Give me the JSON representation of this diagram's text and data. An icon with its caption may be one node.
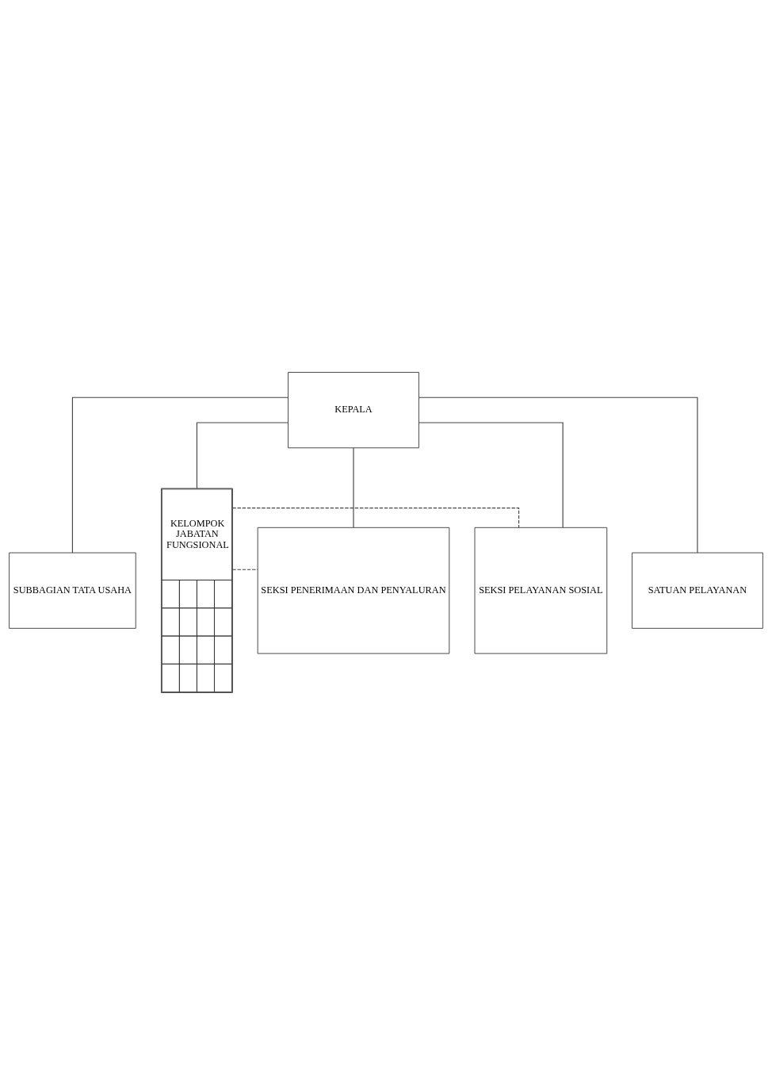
{
  "diagram": {
    "nodes": [
      {
        "text": [
          "KEPALA"
        ]
      },
      {
        "text": [
          "SUBBAGIAN TATA USAHA"
        ]
      },
      {
        "text": [
          "KELOMPOK JABATAN FUNGSIONAL"
        ]
      },
      {
        "text": [
          "SEKSI PENERIMAAN DAN PENYALURAN"
        ]
      },
      {
        "text": [
          "SEKSI PELAYANAN SOSIAL"
        ]
      },
      {
        "text": [
          "SATUAN PELAYANAN"
        ]
      }
    ],
    "edges": [
      {
        "from": 0,
        "to": 2,
        "arrow": "none"
      },
      {
        "from": 0,
        "to": 1,
        "arrow": "none"
      },
      {
        "from": 0,
        "to": 3,
        "arrow": "none"
      },
      {
        "from": 0,
        "to": 4,
        "arrow": "none"
      },
      {
        "from": 0,
        "to": 5,
        "arrow": "none"
      },
      {
        "from": 2,
        "to": 3,
        "arrow": "none",
        "style": "dashed"
      },
      {
        "from": 2,
        "to": 4,
        "arrow": "none",
        "style": "dashed"
      }
    ]
  }
}
